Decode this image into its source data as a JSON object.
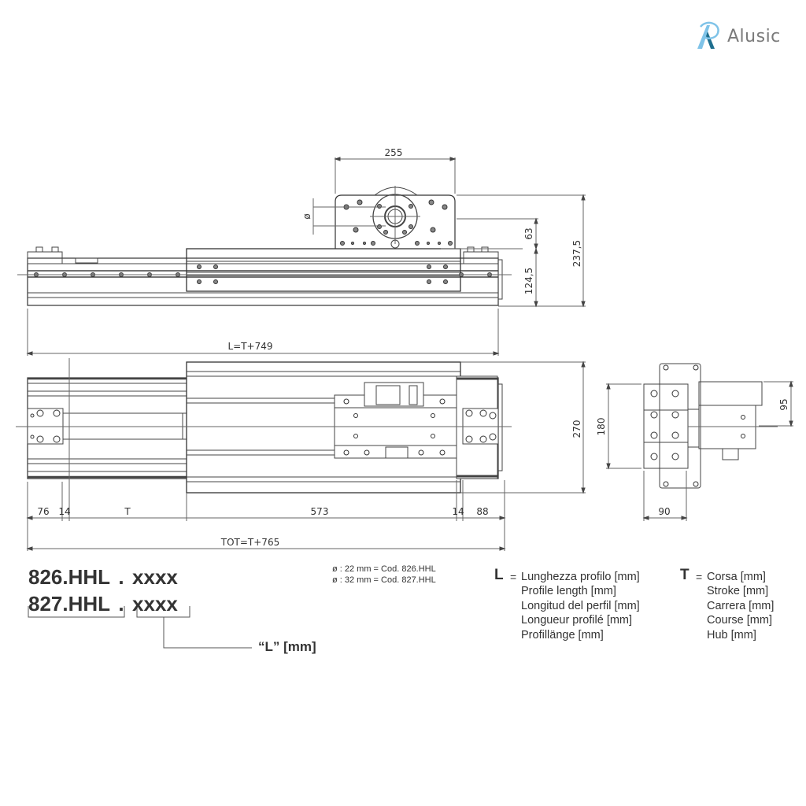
{
  "brand": {
    "name": "Alusic",
    "logo_icon": "alusic-a-logo-icon",
    "colors": {
      "logo_light": "#7fc3e8",
      "logo_dark": "#1f6f8f",
      "text": "#7a7a7a"
    }
  },
  "front_view": {
    "dim_width_top": "255",
    "dim_diameter": "ø",
    "dim_height_upper": "63",
    "dim_height_lower": "124,5",
    "dim_height_total": "237,5",
    "dim_length": "L=T+749"
  },
  "top_view": {
    "dim_width": "270",
    "dims_bottom": [
      "76",
      "14",
      "T",
      "573",
      "14",
      "88"
    ],
    "dim_total": "TOT=T+765"
  },
  "side_view": {
    "dim_height_profile": "180",
    "dim_height_carriage": "95",
    "dim_width_profile": "90"
  },
  "order_codes": {
    "line1": {
      "code": "826.HHL",
      "sep": ".",
      "suffix": "xxxx"
    },
    "line2": {
      "code": "827.HHL",
      "sep": ".",
      "suffix": "xxxx"
    },
    "suffix_label": "“L” [mm]"
  },
  "diameter_notes": [
    "ø : 22 mm = Cod. 826.HHL",
    "ø : 32 mm = Cod. 827.HHL"
  ],
  "legend": {
    "L": {
      "key": "L",
      "eq": "=",
      "items": [
        "Lunghezza profilo [mm]",
        "Profile length [mm]",
        "Longitud del perfil [mm]",
        "Longueur profilé [mm]",
        "Profillänge [mm]"
      ]
    },
    "T": {
      "key": "T",
      "eq": "=",
      "items": [
        "Corsa [mm]",
        "Stroke [mm]",
        "Carrera [mm]",
        "Course [mm]",
        "Hub [mm]"
      ]
    }
  }
}
